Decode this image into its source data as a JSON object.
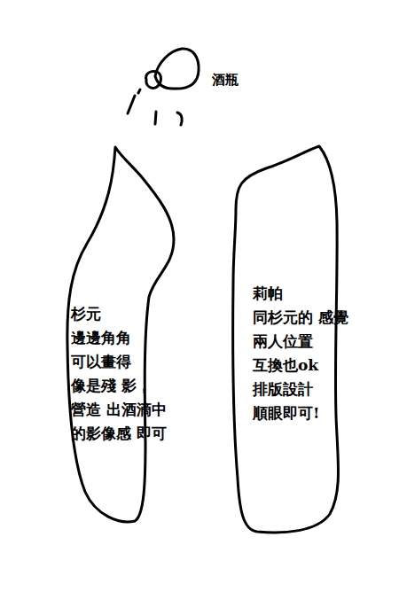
{
  "diagram": {
    "nodes": [
      {
        "text": [
          "杉元",
          "邊邊角角 可以畫得 像是殘 影，營造 出酒滴中 的影像感 即可"
        ]
      },
      {
        "text": [
          "莉帕",
          "同杉元的 感覺 兩人位置 互換也ok 排版設計 順眼即可!"
        ]
      }
    ],
    "labels": [
      "酒瓶"
    ]
  }
}
